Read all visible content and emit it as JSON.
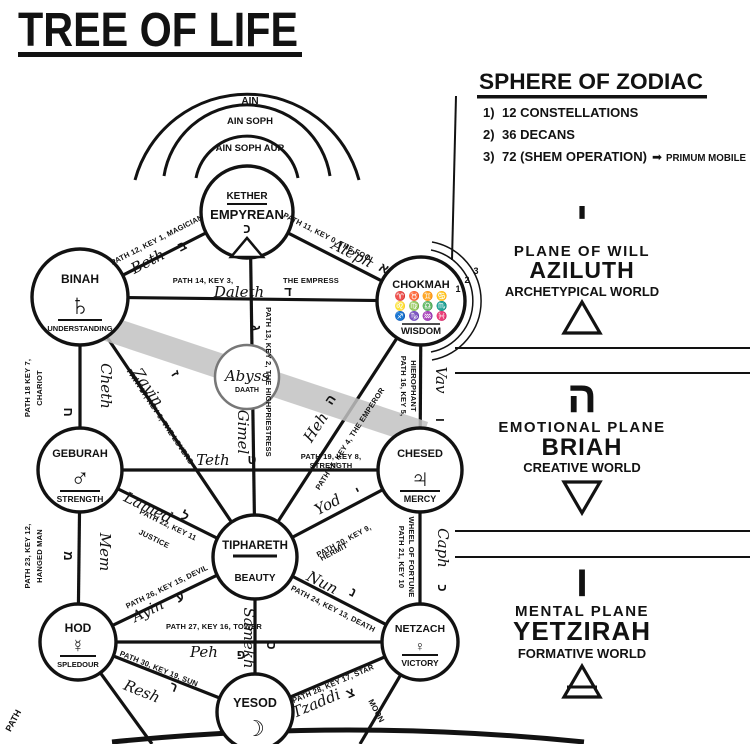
{
  "title": "TREE OF LIFE",
  "zodiac_panel": {
    "heading": "SPHERE OF ZODIAC",
    "items": [
      {
        "num": "1)",
        "text": "12 CONSTELLATIONS",
        "arrow": "",
        "extra": ""
      },
      {
        "num": "2)",
        "text": "36 DECANS",
        "arrow": "",
        "extra": ""
      },
      {
        "num": "3)",
        "text": "72 (SHEM OPERATION)",
        "arrow": "➡",
        "extra": "PRIMUM MOBILE"
      }
    ]
  },
  "veils": {
    "ain": "AIN",
    "ain_soph": "AIN SOPH",
    "ain_soph_aur": "AIN SOPH AUR"
  },
  "sephirot": {
    "kether": {
      "name": "KETHER",
      "title": "EMPYREAN",
      "glyph": "כ"
    },
    "chokmah": {
      "name": "CHOKMAH",
      "subtitle": "WISDOM",
      "zodiac_rows": [
        "♈ ♉ ♊ ♋",
        "♌ ♍ ♎ ♏",
        "♐ ♑ ♒ ♓"
      ],
      "rings": [
        "1",
        "2",
        "3"
      ]
    },
    "binah": {
      "name": "BINAH",
      "symbol": "♄",
      "subtitle": "UNDERSTANDING"
    },
    "chesed": {
      "name": "CHESED",
      "symbol": "♃",
      "subtitle": "MERCY"
    },
    "geburah": {
      "name": "GEBURAH",
      "symbol": "♂",
      "subtitle": "STRENGTH"
    },
    "tiphareth": {
      "name": "TIPHARETH",
      "subtitle": "BEAUTY"
    },
    "netzach": {
      "name": "NETZACH",
      "symbol": "♀",
      "subtitle": "VICTORY"
    },
    "hod": {
      "name": "HOD",
      "symbol": "☿",
      "subtitle": "SPLEDOUR"
    },
    "yesod": {
      "name": "YESOD",
      "symbol": "☽"
    },
    "daath": {
      "script": "Abyss",
      "label": "DAATH"
    }
  },
  "paths": {
    "p11": {
      "label": "PATH 11, KEY 0, THE FOOL",
      "letter": "Aleph",
      "glyph": "א"
    },
    "p12": {
      "label": "PATH 12, KEY 1, MAGICIAN",
      "letter": "Beth",
      "glyph": "ב"
    },
    "p13": {
      "label": "PATH 13, KEY 2, THE HIGHPRIESTRESS",
      "letter": "Gimel",
      "glyph": "ג"
    },
    "p14": {
      "label": "PATH 14, KEY 3,",
      "label2": "THE EMPRESS",
      "letter": "Daleth",
      "glyph": "ד"
    },
    "p15": {
      "label": "PATH 15, KEY 4, THE EMPEROR",
      "letter": "Heh",
      "glyph": "ה"
    },
    "p16": {
      "label": "PATH 16, KEY 5,",
      "label2": "HIEROPHANT",
      "letter": "Vav",
      "glyph": "ו"
    },
    "p17": {
      "label": "PATH 17, KEY 6, THE LOVERS",
      "letter": "Zayin",
      "glyph": "ז"
    },
    "p18": {
      "label": "PATH 18 KEY 7,",
      "label2": "CHARIOT",
      "letter": "Cheth",
      "glyph": "ח"
    },
    "p19": {
      "label": "PATH 19, KEY 8,",
      "label2": "STRENGTH",
      "letter": "Teth",
      "glyph": "ט"
    },
    "p20": {
      "label": "PATH 20, KEY 9,",
      "label2": "HERMIT",
      "letter": "Yod",
      "glyph": "י"
    },
    "p21": {
      "label": "PATH 21, KEY 10",
      "label2": "WHEEL OF FORTUNE",
      "letter": "Caph",
      "glyph": "כ"
    },
    "p22": {
      "label": "PATH 22, KEY 11",
      "label2": "JUSTICE",
      "letter": "Lamed",
      "glyph": "ל"
    },
    "p23": {
      "label": "PATH 23, KEY 12,",
      "label2": "HANGED MAN",
      "letter": "Mem",
      "glyph": "מ"
    },
    "p24": {
      "label": "PATH 24, KEY 13, DEATH",
      "letter": "Nun",
      "glyph": "נ"
    },
    "p25": {
      "letter": "Samekh",
      "glyph": "ס"
    },
    "p26": {
      "label": "PATH 26, KEY 15, DEVIL",
      "letter": "Ayin",
      "glyph": "ע"
    },
    "p27": {
      "label": "PATH 27, KEY 16, TOWER",
      "letter": "Peh",
      "glyph": "פ"
    },
    "p28": {
      "label": "PATH 28, KEY 17, STAR",
      "letter": "Tzaddi",
      "glyph": "צ"
    },
    "p29": {
      "label": "MOON"
    },
    "p30": {
      "label": "PATH 30, KEY 19, SUN",
      "letter": "Resh",
      "glyph": "ר"
    },
    "p31": {
      "label": "PATH"
    }
  },
  "worlds": [
    {
      "hebrew": "י",
      "plane": "PLANE OF WILL",
      "name": "AZILUTH",
      "world": "ARCHETYPICAL WORLD"
    },
    {
      "hebrew": "ה",
      "plane": "EMOTIONAL PLANE",
      "name": "BRIAH",
      "world": "CREATIVE WORLD"
    },
    {
      "hebrew": "ו",
      "plane": "MENTAL PLANE",
      "name": "YETZIRAH",
      "world": "FORMATIVE WORLD"
    }
  ]
}
